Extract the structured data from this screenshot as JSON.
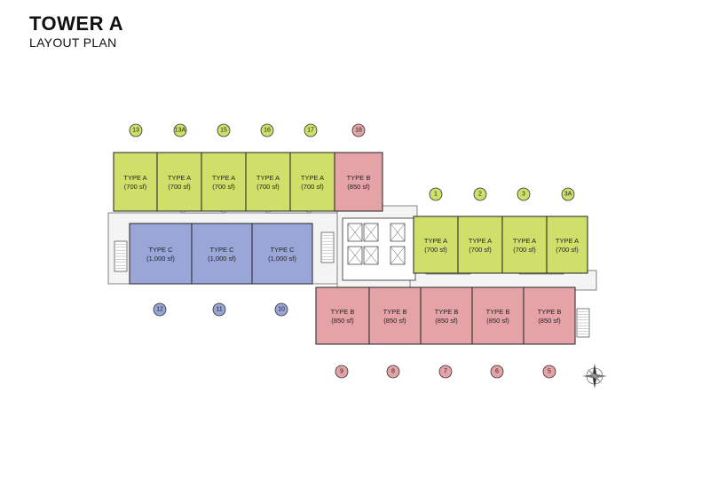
{
  "title": "TOWER A",
  "subtitle": "LAYOUT PLAN",
  "colors": {
    "type_a": "#cfe06a",
    "type_b": "#e5a3a8",
    "type_c": "#9aa6d8",
    "outline": "#333333",
    "core": "#f4f4f4"
  },
  "units": [
    {
      "id": "13",
      "type": "a",
      "label": "TYPE A",
      "area": "(700 sf)"
    },
    {
      "id": "13A",
      "type": "a",
      "label": "TYPE A",
      "area": "(700 sf)"
    },
    {
      "id": "15",
      "type": "a",
      "label": "TYPE A",
      "area": "(700 sf)"
    },
    {
      "id": "16",
      "type": "a",
      "label": "TYPE A",
      "area": "(700 sf)"
    },
    {
      "id": "17",
      "type": "a",
      "label": "TYPE A",
      "area": "(700 sf)"
    },
    {
      "id": "18",
      "type": "b",
      "label": "TYPE B",
      "area": "(850 sf)"
    },
    {
      "id": "12",
      "type": "c",
      "label": "TYPE C",
      "area": "(1,000 sf)"
    },
    {
      "id": "11",
      "type": "c",
      "label": "TYPE C",
      "area": "(1,000 sf)"
    },
    {
      "id": "10",
      "type": "c",
      "label": "TYPE C",
      "area": "(1,000 sf)"
    },
    {
      "id": "1",
      "type": "a",
      "label": "TYPE A",
      "area": "(700 sf)"
    },
    {
      "id": "2",
      "type": "a",
      "label": "TYPE A",
      "area": "(700 sf)"
    },
    {
      "id": "3",
      "type": "a",
      "label": "TYPE A",
      "area": "(700 sf)"
    },
    {
      "id": "3A",
      "type": "a",
      "label": "TYPE A",
      "area": "(700 sf)"
    },
    {
      "id": "9",
      "type": "b",
      "label": "TYPE B",
      "area": "(850 sf)"
    },
    {
      "id": "8",
      "type": "b",
      "label": "TYPE B",
      "area": "(850 sf)"
    },
    {
      "id": "7",
      "type": "b",
      "label": "TYPE B",
      "area": "(850 sf)"
    },
    {
      "id": "6",
      "type": "b",
      "label": "TYPE B",
      "area": "(850 sf)"
    },
    {
      "id": "5",
      "type": "b",
      "label": "TYPE B",
      "area": "(850 sf)"
    }
  ]
}
